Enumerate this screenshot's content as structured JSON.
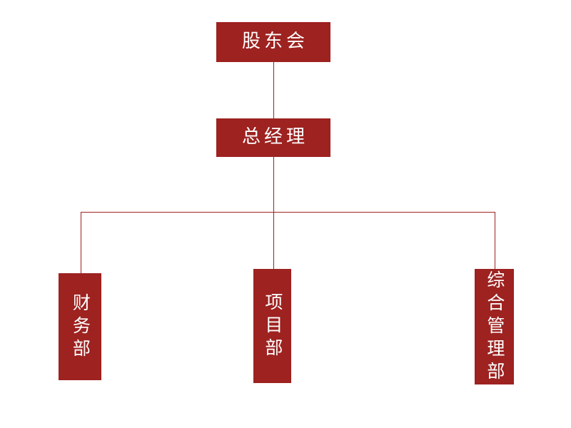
{
  "chart": {
    "type": "org-chart",
    "background_color": "#FFFFFF",
    "node_fill_color": "#9D2220",
    "node_text_color": "#FFFFFF",
    "connector_color": "#9D2220",
    "levels": [
      {
        "level": 1,
        "nodes": [
          {
            "id": "shareholders",
            "label": "股东会",
            "orientation": "horizontal"
          }
        ]
      },
      {
        "level": 2,
        "nodes": [
          {
            "id": "general-manager",
            "label": "总经理",
            "orientation": "horizontal"
          }
        ]
      },
      {
        "level": 3,
        "nodes": [
          {
            "id": "finance",
            "label": "财务部",
            "orientation": "vertical"
          },
          {
            "id": "project",
            "label": "项目部",
            "orientation": "vertical"
          },
          {
            "id": "admin",
            "label": "综合管理部",
            "orientation": "vertical"
          }
        ]
      }
    ],
    "edges": [
      {
        "from": "shareholders",
        "to": "general-manager"
      },
      {
        "from": "general-manager",
        "to": "finance"
      },
      {
        "from": "general-manager",
        "to": "project"
      },
      {
        "from": "general-manager",
        "to": "admin"
      }
    ]
  }
}
